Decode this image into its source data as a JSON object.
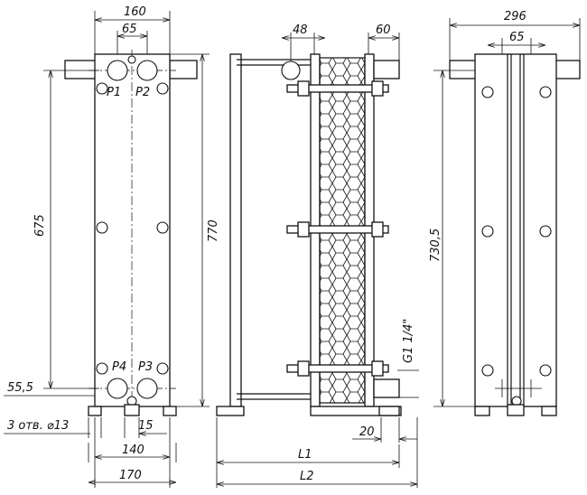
{
  "front_view": {
    "width_top": "160",
    "port_spacing": "65",
    "port_labels": [
      "P1",
      "P2",
      "P3",
      "P4"
    ],
    "height_inner": "675",
    "height_outer": "770",
    "offset_bottom": "55,5",
    "holes": "3 отв. ⌀13",
    "foot_gap": "15",
    "base_inner": "140",
    "base_outer": "170"
  },
  "side_view": {
    "dim_48": "48",
    "dim_60": "60",
    "thread": "G1 1/4\"",
    "dim_20": "20",
    "l1": "L1",
    "l2": "L2"
  },
  "right_view": {
    "width": "296",
    "port_spacing": "65",
    "height": "730,5"
  }
}
